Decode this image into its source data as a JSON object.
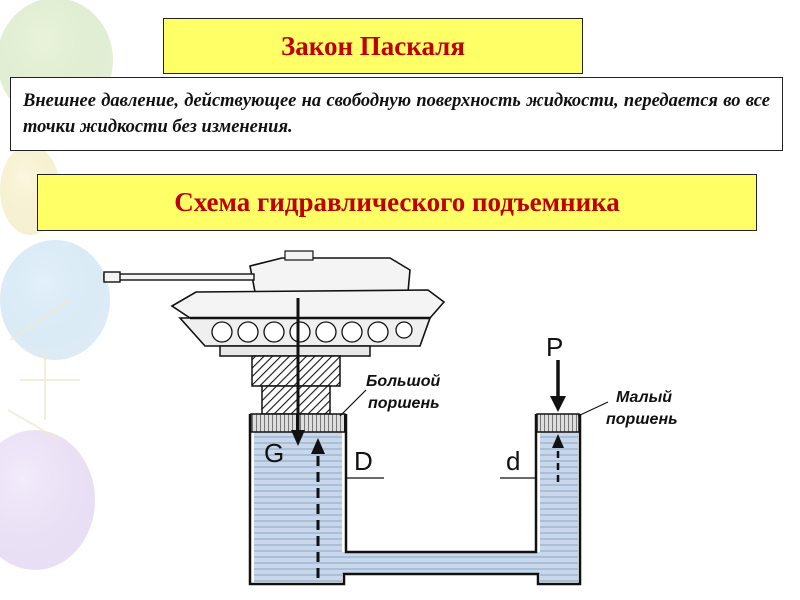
{
  "title": "Закон Паскаля",
  "definition": "Внешнее давление, действующее на свободную поверхность жидкости, передается во все точки жидкости без изменения.",
  "scheme_title": "Схема гидравлического подъемника",
  "diagram": {
    "label_P": "P",
    "label_G": "G",
    "label_D": "D",
    "label_d": "d",
    "big_piston_line1": "Большой",
    "big_piston_line2": "поршень",
    "small_piston_line1": "Малый",
    "small_piston_line2": "поршень"
  },
  "colors": {
    "title_text": "#c00000",
    "box_fill": "#ffff66",
    "liquid": "#c8d7ea"
  }
}
